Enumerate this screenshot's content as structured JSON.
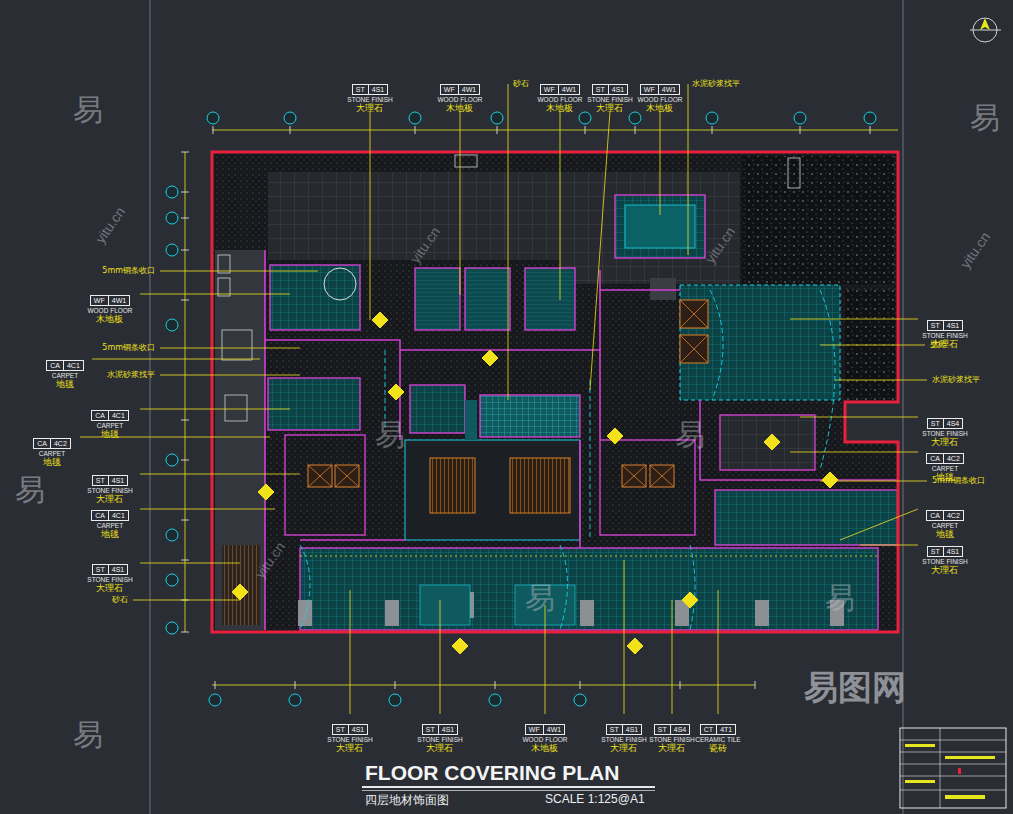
{
  "diagram": {
    "title": "FLOOR COVERING PLAN",
    "caption": "四层地材饰面图",
    "nodes": [
      {
        "text": [
          "ST",
          "4S1",
          "STONE FINISH",
          "大理石"
        ]
      },
      {
        "text": [
          "WF",
          "4W1",
          "WOOD FLOOR",
          "木地板"
        ]
      },
      {
        "text": [
          "WF",
          "4W1",
          "WOOD FLOOR",
          "木地板"
        ]
      },
      {
        "text": [
          "ST",
          "4S1",
          "STONE FINISH",
          "大理石"
        ]
      },
      {
        "text": [
          "WF",
          "4W1",
          "WOOD FLOOR",
          "木地板"
        ]
      },
      {
        "text": [
          "WF",
          "4W1",
          "WOOD FLOOR",
          "木地板"
        ]
      },
      {
        "text": [
          "CA",
          "4C1",
          "CARPET",
          "地毯"
        ]
      },
      {
        "text": [
          "CA",
          "4C1",
          "CARPET",
          "地毯"
        ]
      },
      {
        "text": [
          "CA",
          "4C2",
          "CARPET",
          "地毯"
        ]
      },
      {
        "text": [
          "ST",
          "4S1",
          "STONE FINISH",
          "大理石"
        ]
      },
      {
        "text": [
          "CA",
          "4C1",
          "CARPET",
          "地毯"
        ]
      },
      {
        "text": [
          "ST",
          "4S1",
          "STONE FINISH",
          "大理石"
        ]
      },
      {
        "text": [
          "ST",
          "4S1",
          "STONE FINISH",
          "大理石"
        ]
      },
      {
        "text": [
          "ST",
          "4S4",
          "STONE FINISH",
          "大理石"
        ]
      },
      {
        "text": [
          "CA",
          "4C2",
          "CARPET",
          "地毯"
        ]
      },
      {
        "text": [
          "CA",
          "4C2",
          "CARPET",
          "地毯"
        ]
      },
      {
        "text": [
          "ST",
          "4S1",
          "STONE FINISH",
          "大理石"
        ]
      },
      {
        "text": [
          "ST",
          "4S1",
          "STONE FINISH",
          "大理石"
        ]
      },
      {
        "text": [
          "ST",
          "4S1",
          "STONE FINISH",
          "大理石"
        ]
      },
      {
        "text": [
          "WF",
          "4W1",
          "WOOD FLOOR",
          "木地板"
        ]
      },
      {
        "text": [
          "ST",
          "4S1",
          "STONE FINISH",
          "大理石"
        ]
      },
      {
        "text": [
          "ST",
          "4S4",
          "STONE FINISH",
          "大理石"
        ]
      },
      {
        "text": [
          "CT",
          "4T1",
          "CERAMIC TILE",
          "瓷砖"
        ]
      }
    ],
    "labels": [
      "砂石",
      "水泥砂浆找平",
      "5mm铜条收口",
      "5mm铜条收口",
      "水泥砂浆找平",
      "砂石",
      "壁砖",
      "水泥砂浆找平",
      "5mm铜条收口",
      "SCALE 1:125@A1",
      "易",
      "易",
      "易",
      "易",
      "易",
      "易",
      "易",
      "易",
      "yitu.cn",
      "yitu.cn",
      "yitu.cn",
      "yitu.cn",
      "yitu.cn",
      "易图网"
    ]
  }
}
